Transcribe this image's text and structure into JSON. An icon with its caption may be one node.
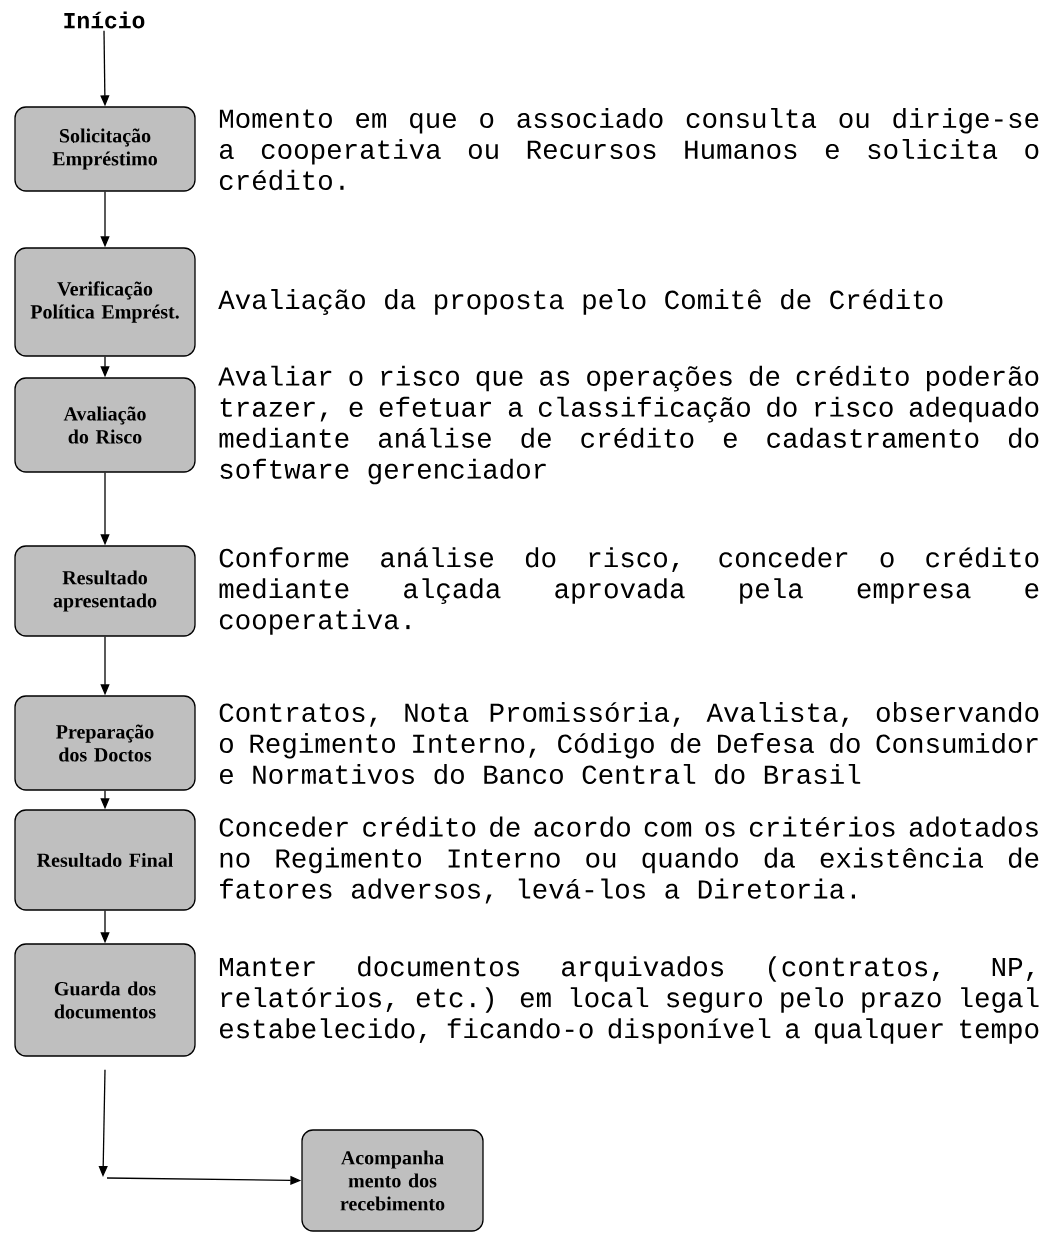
{
  "diagram": {
    "nodes": [
      {
        "text": [
          "Início"
        ]
      },
      {
        "text": [
          "Solicitação Empréstimo"
        ],
        "beside": [
          "Momento em que o associado consulta ou dirige-se a cooperativa ou Recursos Humanos e solicita o crédito."
        ]
      },
      {
        "text": [
          "Verificação Política Emprést."
        ],
        "beside": [
          "Avaliação da proposta pelo Comitê de Crédito"
        ]
      },
      {
        "text": [
          "Avaliação do Risco"
        ],
        "beside": [
          "Avaliar o risco que as operações de crédito poderão trazer, e efetuar a classificação do risco adequado mediante análise de crédito e cadastramento do software gerenciador"
        ]
      },
      {
        "text": [
          "Resultado apresentado"
        ],
        "beside": [
          "Conforme análise do risco, conceder o crédito mediante alçada aprovada pela empresa e cooperativa."
        ]
      },
      {
        "text": [
          "Preparação dos Doctos"
        ],
        "beside": [
          "Contratos, Nota Promissória, Avalista, observando o Regimento Interno, Código de Defesa do Consumidor e Normativos do Banco Central do Brasil"
        ]
      },
      {
        "text": [
          "Resultado Final"
        ],
        "beside": [
          "Conceder crédito de acordo com os critérios adotados no Regimento Interno ou quando da existência de fatores adversos, levá-los a Diretoria."
        ]
      },
      {
        "text": [
          "Guarda dos documentos"
        ],
        "beside": [
          "Manter documentos arquivados (contratos, NP, relatórios, etc.) em local seguro pelo prazo legal estabelecido, ficando-o disponível a qualquer tempo"
        ]
      },
      {
        "text": [
          "Acompanha mento dos recebimento"
        ]
      }
    ],
    "edges": [
      {
        "from": 0,
        "to": 1,
        "arrow": "to"
      },
      {
        "from": 1,
        "to": 2,
        "arrow": "to"
      },
      {
        "from": 2,
        "to": 3,
        "arrow": "to"
      },
      {
        "from": 3,
        "to": 4,
        "arrow": "to"
      },
      {
        "from": 4,
        "to": 5,
        "arrow": "to"
      },
      {
        "from": 5,
        "to": 6,
        "arrow": "to"
      },
      {
        "from": 6,
        "to": 7,
        "arrow": "to"
      },
      {
        "from": 7,
        "to": null,
        "arrow": "to"
      },
      {
        "from": null,
        "to": 8,
        "arrow": "to"
      }
    ]
  }
}
